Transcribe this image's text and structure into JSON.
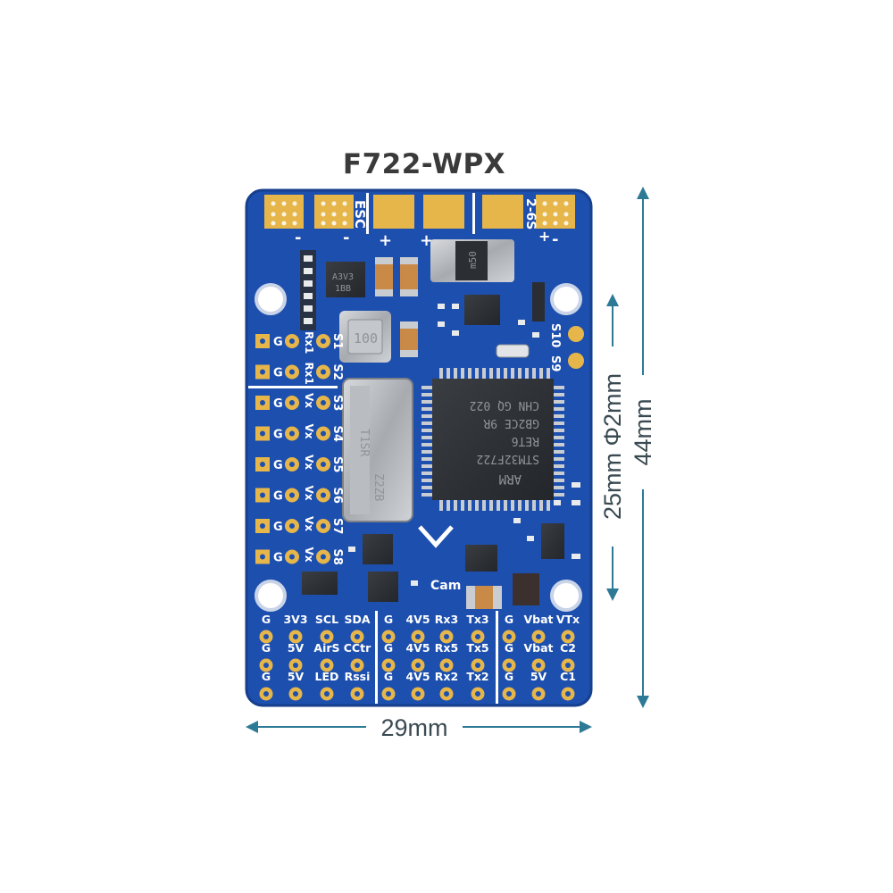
{
  "title": "F722-WPX",
  "dimensions": {
    "width": "29mm",
    "height": "44mm",
    "mount": "25mm Φ2mm"
  },
  "colors": {
    "board": "#1d4fae",
    "board_edge": "#163f8e",
    "pad": "#e6b64a",
    "silkscreen": "#ffffff",
    "dimension_line": "#2d7a96"
  },
  "top_labels": {
    "esc": "ESC",
    "batt": "2-6S",
    "minus": "-",
    "plus": "+"
  },
  "right_labels": {
    "s10": "S10",
    "s9": "S9"
  },
  "left_rows": [
    {
      "a": "G",
      "b": "Rx1",
      "c": "S1"
    },
    {
      "a": "G",
      "b": "Rx1",
      "c": "S2"
    },
    {
      "a": "G",
      "b": "Vx",
      "c": "S3"
    },
    {
      "a": "G",
      "b": "Vx",
      "c": "S4"
    },
    {
      "a": "G",
      "b": "Vx",
      "c": "S5"
    },
    {
      "a": "G",
      "b": "Vx",
      "c": "S6"
    },
    {
      "a": "G",
      "b": "Vx",
      "c": "S7"
    },
    {
      "a": "G",
      "b": "Vx",
      "c": "S8"
    }
  ],
  "cam_label": "Cam",
  "bottom_rows": [
    [
      "G",
      "3V3",
      "SCL",
      "SDA",
      "G",
      "4V5",
      "Rx3",
      "Tx3",
      "G",
      "Vbat",
      "VTx"
    ],
    [
      "G",
      "5V",
      "AirS",
      "CCtr",
      "G",
      "4V5",
      "Rx5",
      "Tx5",
      "G",
      "Vbat",
      "C2"
    ],
    [
      "G",
      "5V",
      "LED",
      "Rssi",
      "G",
      "4V5",
      "Rx2",
      "Tx2",
      "G",
      "5V",
      "C1"
    ]
  ],
  "chips": {
    "mcu_lines": [
      "ARM",
      "STM32F722",
      "RET6",
      "GB2CE 9R",
      "CHN GQ 022"
    ],
    "inductor_small": "100",
    "inductor_large": "m50",
    "reg": "A3V3",
    "reg2": "1BB",
    "flash_a": "T1SR",
    "flash_b": "Z2ZB"
  }
}
